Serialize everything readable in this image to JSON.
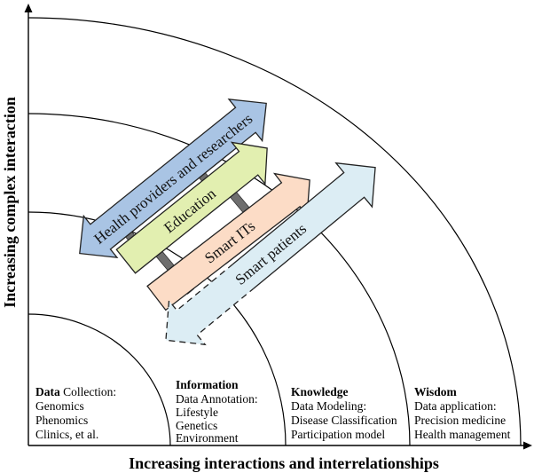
{
  "axes": {
    "x_title": "Increasing interactions and interrelationships",
    "y_title": "Increasing complex interaction"
  },
  "arrows": [
    {
      "label": "Health providers and researchers",
      "color": "#a9c4e4"
    },
    {
      "label": "Education",
      "color": "#e2efb0"
    },
    {
      "label": "Smart ITs",
      "color": "#fcdcc6"
    },
    {
      "label": "Smart patients",
      "color": "#dcedf4"
    }
  ],
  "stages": [
    {
      "title": "Data",
      "title_suffix": " Collection:",
      "lines": [
        "Genomics",
        "Phenomics",
        "Clinics, et al."
      ]
    },
    {
      "title": "Information",
      "title_suffix": "",
      "lines": [
        "Data Annotation:",
        "Lifestyle",
        "Genetics",
        "Environment"
      ]
    },
    {
      "title": "Knowledge",
      "title_suffix": "",
      "lines": [
        "Data Modeling:",
        "Disease Classification",
        "Participation model"
      ]
    },
    {
      "title": "Wisdom",
      "title_suffix": "",
      "lines": [
        "Data application:",
        "Precision medicine",
        "Health management"
      ]
    }
  ]
}
